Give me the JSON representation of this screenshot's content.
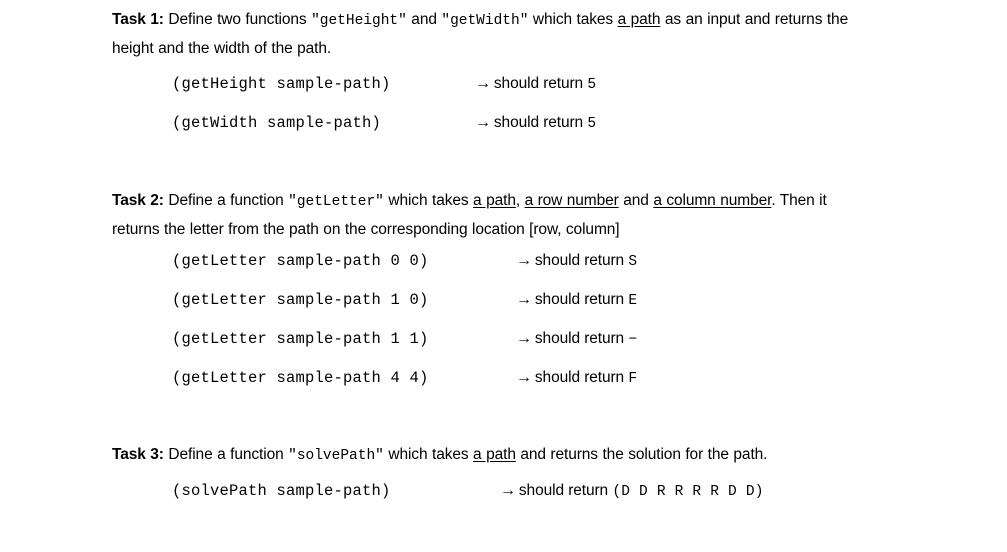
{
  "document": {
    "background_color": "#ffffff",
    "text_color": "#000000"
  },
  "tasks": [
    {
      "label": "Task 1:",
      "heading_parts": {
        "p1": " Define two functions ",
        "code1": "\"getHeight\"",
        "p2": " and ",
        "code2": "\"getWidth\"",
        "p3": " which takes ",
        "underline1": "a path",
        "p4": " as an input and returns the height and the width of the path."
      },
      "examples": [
        {
          "call": "(getHeight sample-path)",
          "arrow": "→",
          "result_prefix": "should return",
          "result_value": "5"
        },
        {
          "call": "(getWidth sample-path)",
          "arrow": "→",
          "result_prefix": "should return",
          "result_value": "5"
        }
      ]
    },
    {
      "label": "Task 2:",
      "heading_parts": {
        "p1": " Define a function ",
        "code1": "\"getLetter\"",
        "p2": " which takes ",
        "underline1": "a path",
        "sep1": ", ",
        "underline2": "a row number",
        "p3": " and ",
        "underline3": "a column number",
        "p4": ". Then it returns the letter from the path on the corresponding location [row, column]"
      },
      "examples": [
        {
          "call": "(getLetter sample-path 0 0)",
          "arrow": "→",
          "result_prefix": "should return",
          "result_value": "S"
        },
        {
          "call": "(getLetter sample-path 1 0)",
          "arrow": "→",
          "result_prefix": "should return",
          "result_value": "E"
        },
        {
          "call": "(getLetter sample-path 1 1)",
          "arrow": "→",
          "result_prefix": "should return",
          "result_value": "−"
        },
        {
          "call": "(getLetter sample-path 4 4)",
          "arrow": "→",
          "result_prefix": "should return",
          "result_value": "F"
        }
      ]
    },
    {
      "label": "Task 3:",
      "heading_parts": {
        "p1": " Define a function ",
        "code1": "\"solvePath\"",
        "p2": " which takes ",
        "underline1": "a path",
        "p3": " and returns the solution for the path."
      },
      "examples": [
        {
          "call": "(solvePath sample-path)",
          "arrow": "→",
          "result_prefix": "should return",
          "result_value": "(D D R R R R D D)"
        }
      ]
    }
  ]
}
